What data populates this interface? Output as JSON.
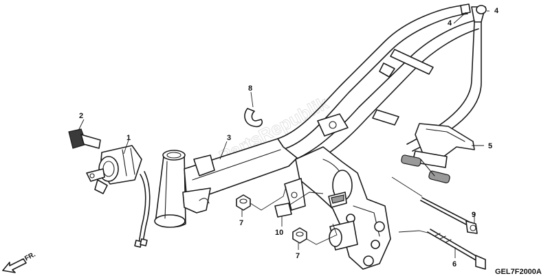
{
  "callouts": {
    "c1": "1",
    "c2": "2",
    "c3": "3",
    "c4a": "4",
    "c4b": "4",
    "c5": "5",
    "c6": "6",
    "c7a": "7",
    "c7b": "7",
    "c8": "8",
    "c9": "9",
    "c10": "10"
  },
  "direction_label": "FR.",
  "diagram_code": "GEL7F2000A",
  "watermark_text": "PartsRepublik"
}
